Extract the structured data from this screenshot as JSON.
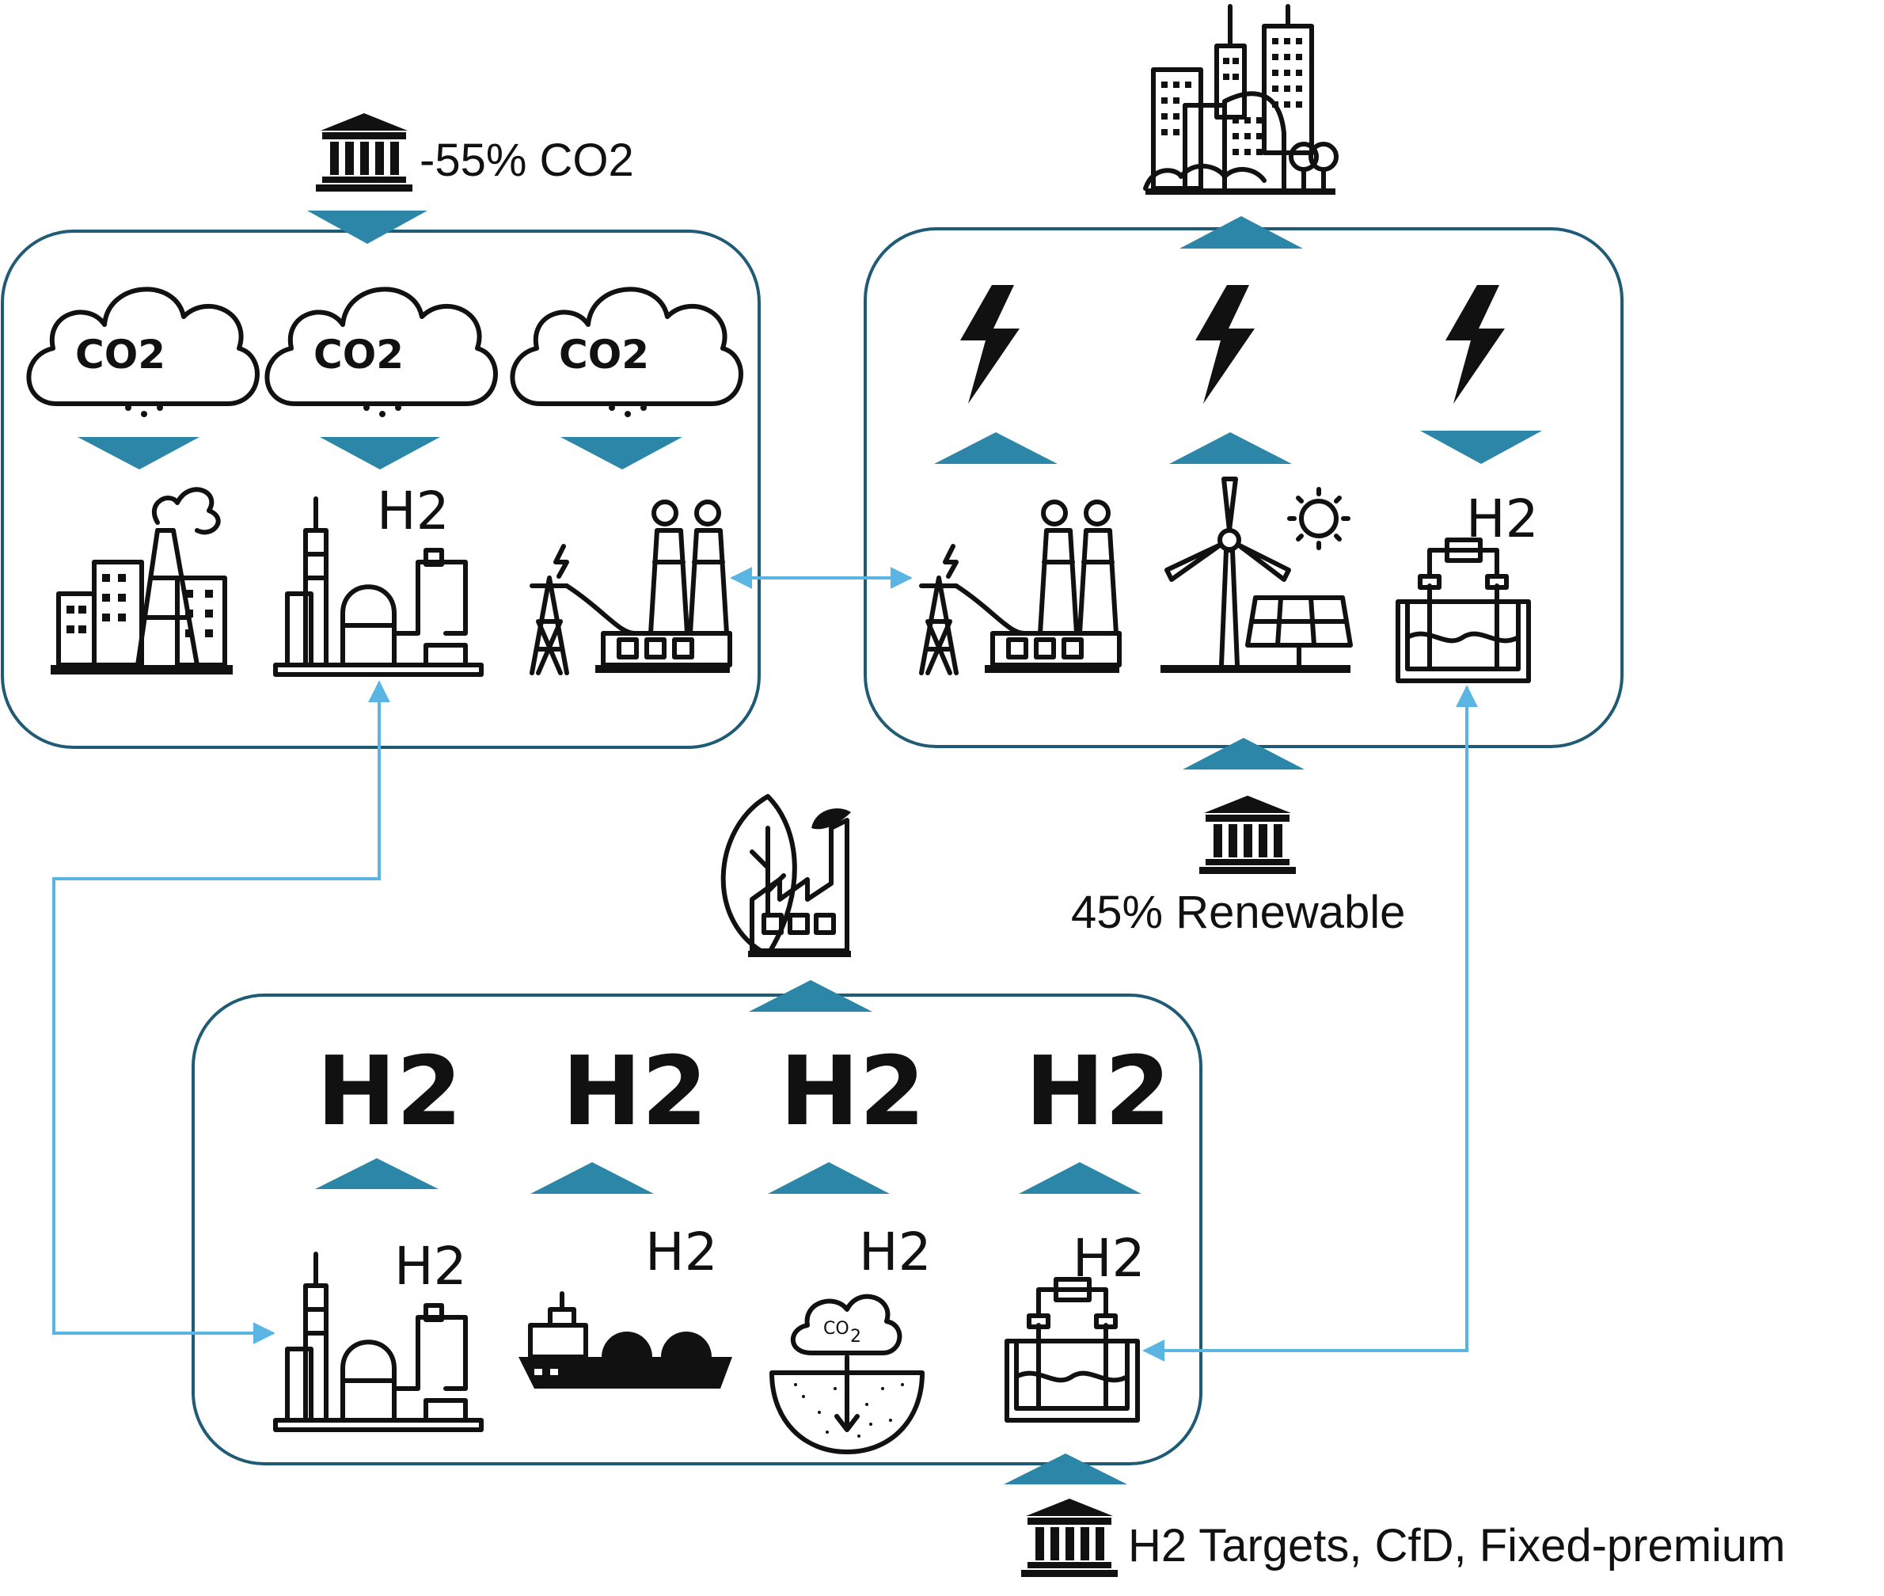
{
  "policies": {
    "co2": "-55% CO2",
    "renewable": "45% Renewable",
    "hydrogen": "H2 Targets, CfD, Fixed-premium"
  },
  "h2_label": "H2",
  "co2_label": "CO2",
  "co2_sub": "CO",
  "co2_sub2": "2",
  "panels": {
    "emissions": {
      "icons": [
        "co2-cloud-icon",
        "co2-cloud-icon",
        "co2-cloud-icon",
        "industrial-buildings-icon",
        "hydrogen-refinery-icon",
        "power-plant-icon"
      ]
    },
    "electricity": {
      "icons": [
        "lightning-icon",
        "lightning-icon",
        "lightning-icon",
        "power-plant-icon",
        "wind-solar-icon",
        "electrolyser-icon"
      ]
    },
    "hydrogen": {
      "icons": [
        "hydrogen-refinery-icon",
        "lng-ship-icon",
        "carbon-storage-icon",
        "electrolyser-icon"
      ]
    }
  },
  "outputs": [
    "city-icon",
    "green-factory-icon"
  ],
  "colors": {
    "panel_border": "#1f5b75",
    "arrow": "#2b86a8",
    "link": "#5bb5e3"
  }
}
